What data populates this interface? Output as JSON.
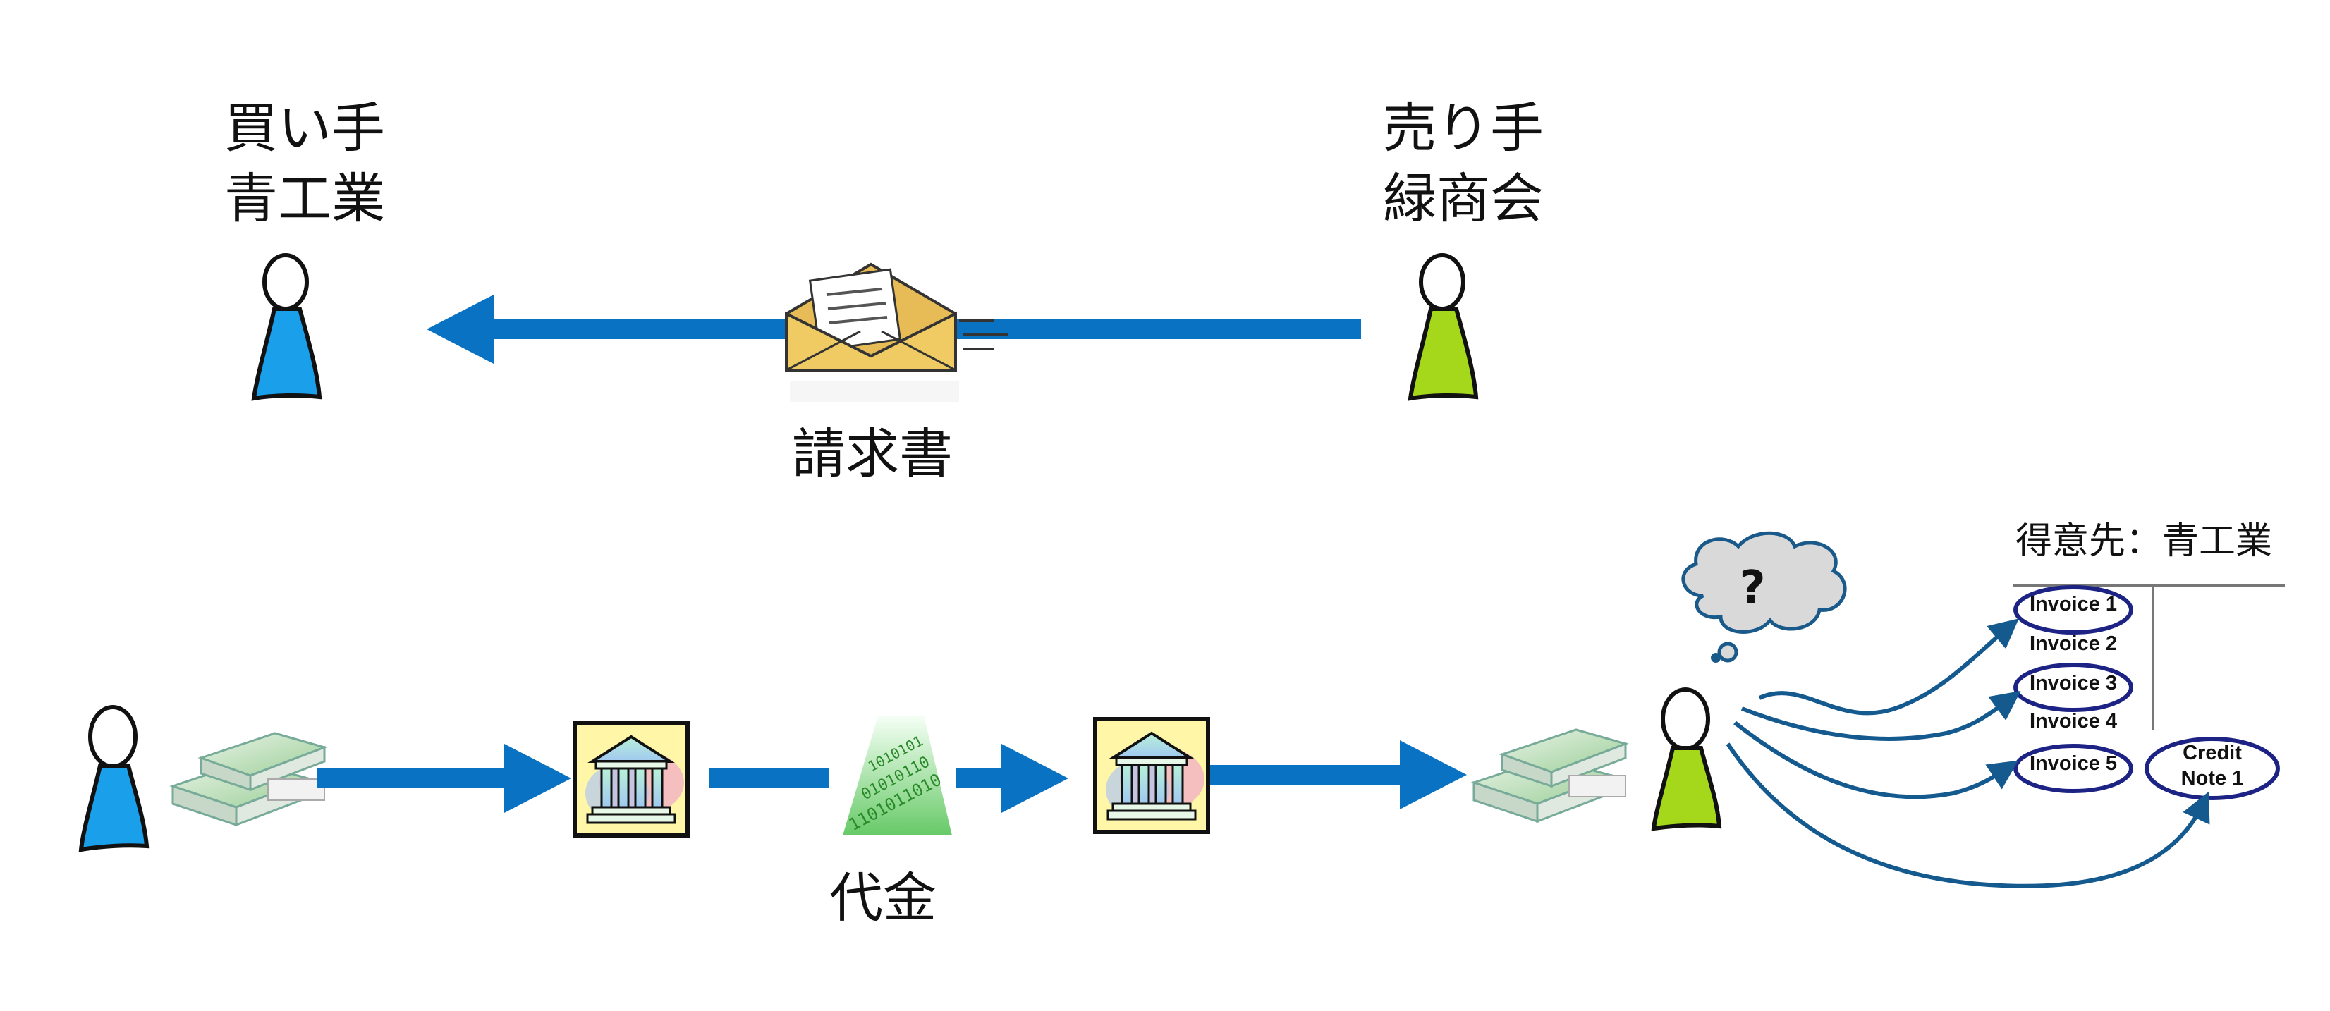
{
  "colors": {
    "arrow": "#0a72c2",
    "curve_arrow": "#145a8f",
    "buyer": "#1aa0ea",
    "seller": "#a5d81a",
    "ellipse": "#1c2384"
  },
  "top": {
    "buyer_role": "買い手",
    "buyer_name": "青工業",
    "seller_role": "売り手",
    "seller_name": "緑商会",
    "document_label": "請求書"
  },
  "bottom": {
    "payment_label": "代金",
    "thought_symbol": "?"
  },
  "ledger": {
    "title": "得意先：青工業",
    "items": [
      "Invoice 1",
      "Invoice 2",
      "Invoice 3",
      "Invoice 4",
      "Invoice 5"
    ],
    "credit_note_line1": "Credit",
    "credit_note_line2": "Note 1"
  },
  "icons": [
    "buyer-person-icon",
    "seller-person-icon",
    "envelope-icon",
    "money-stack-icon",
    "bank-icon",
    "binary-data-icon",
    "thought-cloud-icon",
    "seller-person-icon"
  ]
}
